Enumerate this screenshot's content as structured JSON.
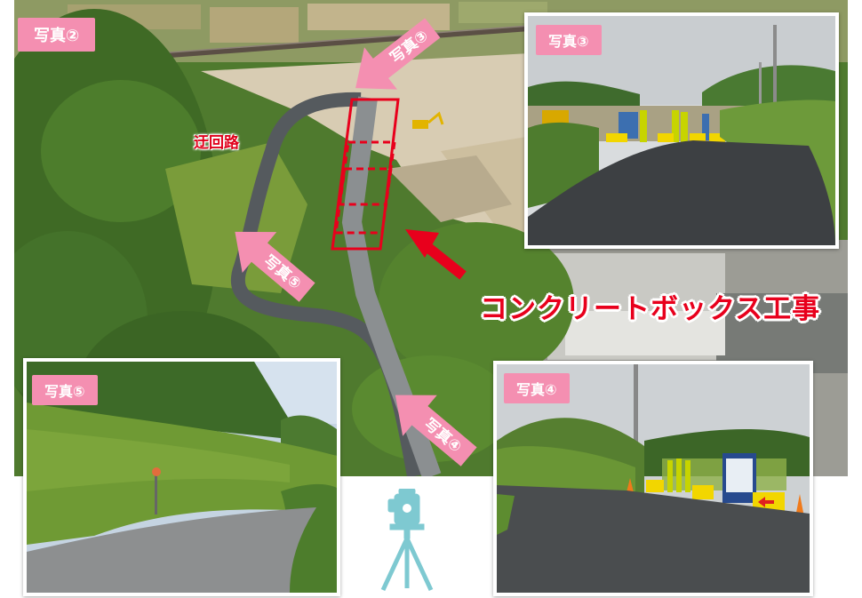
{
  "aerial": {
    "photo2_label": "写真②",
    "arrow3_label": "写真③",
    "arrow5_label": "写真⑤",
    "arrow4_label": "写真④",
    "detour_label": "迂回路",
    "work_label": "コンクリートボックス工事"
  },
  "photos": {
    "photo3": {
      "label": "写真③"
    },
    "photo5": {
      "label": "写真⑤"
    },
    "photo4": {
      "label": "写真④"
    }
  },
  "icons": {
    "surveyor": "surveying-instrument-icon"
  },
  "colors": {
    "tag_pink": "#f48fb1",
    "highlight_red": "#e8001c",
    "surveyor_teal": "#7ec9d1"
  }
}
